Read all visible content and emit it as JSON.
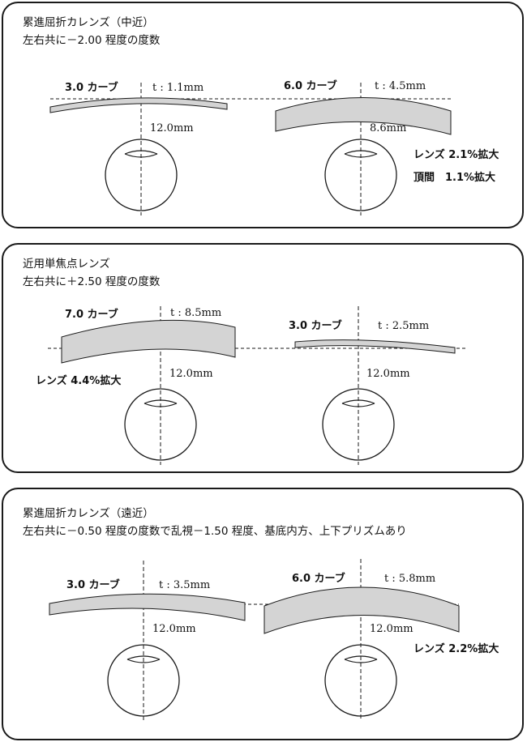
{
  "panel1": {
    "title": "累進屈折カレンズ（中近）",
    "subtitle": "左右共に－2.00 程度の度数",
    "lens_left": {
      "curve": "3.0 カーブ",
      "thickness": "t : 1.1mm",
      "distance": "12.0mm"
    },
    "lens_right": {
      "curve": "6.0 カーブ",
      "thickness": "t : 4.5mm",
      "distance": "8.6mm"
    },
    "note1": "レンズ 2.1%拡大",
    "note2": "頂間　1.1%拡大"
  },
  "panel2": {
    "title": "近用単焦点レンズ",
    "subtitle": "左右共に＋2.50 程度の度数",
    "lens_left": {
      "curve": "7.0 カーブ",
      "thickness": "t : 8.5mm",
      "distance": "12.0mm"
    },
    "lens_right": {
      "curve": "3.0 カーブ",
      "thickness": "t : 2.5mm",
      "distance": "12.0mm"
    },
    "note1": "レンズ 4.4%拡大"
  },
  "panel3": {
    "title": "累進屈折カレンズ（遠近）",
    "subtitle": "左右共に－0.50 程度の度数で乱視－1.50 程度、基底内方、上下プリズムあり",
    "lens_left": {
      "curve": "3.0 カーブ",
      "thickness": "t : 3.5mm",
      "distance": "12.0mm"
    },
    "lens_right": {
      "curve": "6.0 カーブ",
      "thickness": "t : 5.8mm",
      "distance": "12.0mm"
    },
    "note1": "レンズ 2.2%拡大"
  },
  "colors": {
    "lens_fill": "#d4d4d4",
    "stroke": "#1a1a1a"
  }
}
